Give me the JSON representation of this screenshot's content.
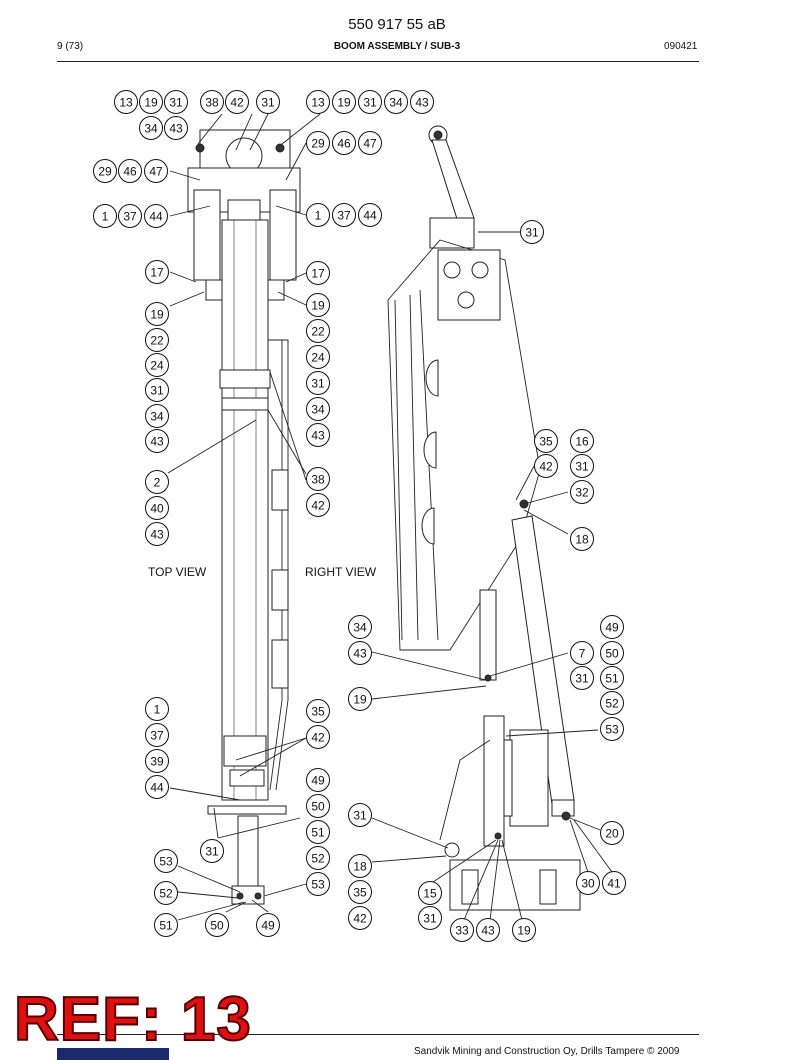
{
  "header": {
    "doc_number": "550 917 55 aB",
    "page": "9 (73)",
    "title": "BOOM ASSEMBLY / SUB-3",
    "date": "090421"
  },
  "views": {
    "top": "TOP VIEW",
    "right": "RIGHT VIEW"
  },
  "callouts": [
    "13",
    "19",
    "31",
    "38",
    "42",
    "31",
    "13",
    "19",
    "31",
    "34",
    "43",
    "34",
    "43",
    "29",
    "46",
    "47",
    "29",
    "46",
    "47",
    "1",
    "37",
    "44",
    "1",
    "37",
    "44",
    "31",
    "17",
    "17",
    "19",
    "19",
    "22",
    "22",
    "24",
    "24",
    "31",
    "31",
    "34",
    "34",
    "43",
    "43",
    "2",
    "38",
    "40",
    "42",
    "43",
    "35",
    "16",
    "42",
    "31",
    "32",
    "18",
    "34",
    "43",
    "49",
    "7",
    "50",
    "31",
    "51",
    "52",
    "53",
    "19",
    "1",
    "35",
    "37",
    "42",
    "39",
    "44",
    "49",
    "50",
    "51",
    "52",
    "31",
    "31",
    "53",
    "18",
    "53",
    "52",
    "35",
    "15",
    "30",
    "41",
    "20",
    "51",
    "50",
    "49",
    "42",
    "31",
    "33",
    "43",
    "19"
  ],
  "stamp": "REF: 13",
  "footer": {
    "copyright": "Sandvik Mining and Construction Oy, Drills Tampere © 2009"
  }
}
